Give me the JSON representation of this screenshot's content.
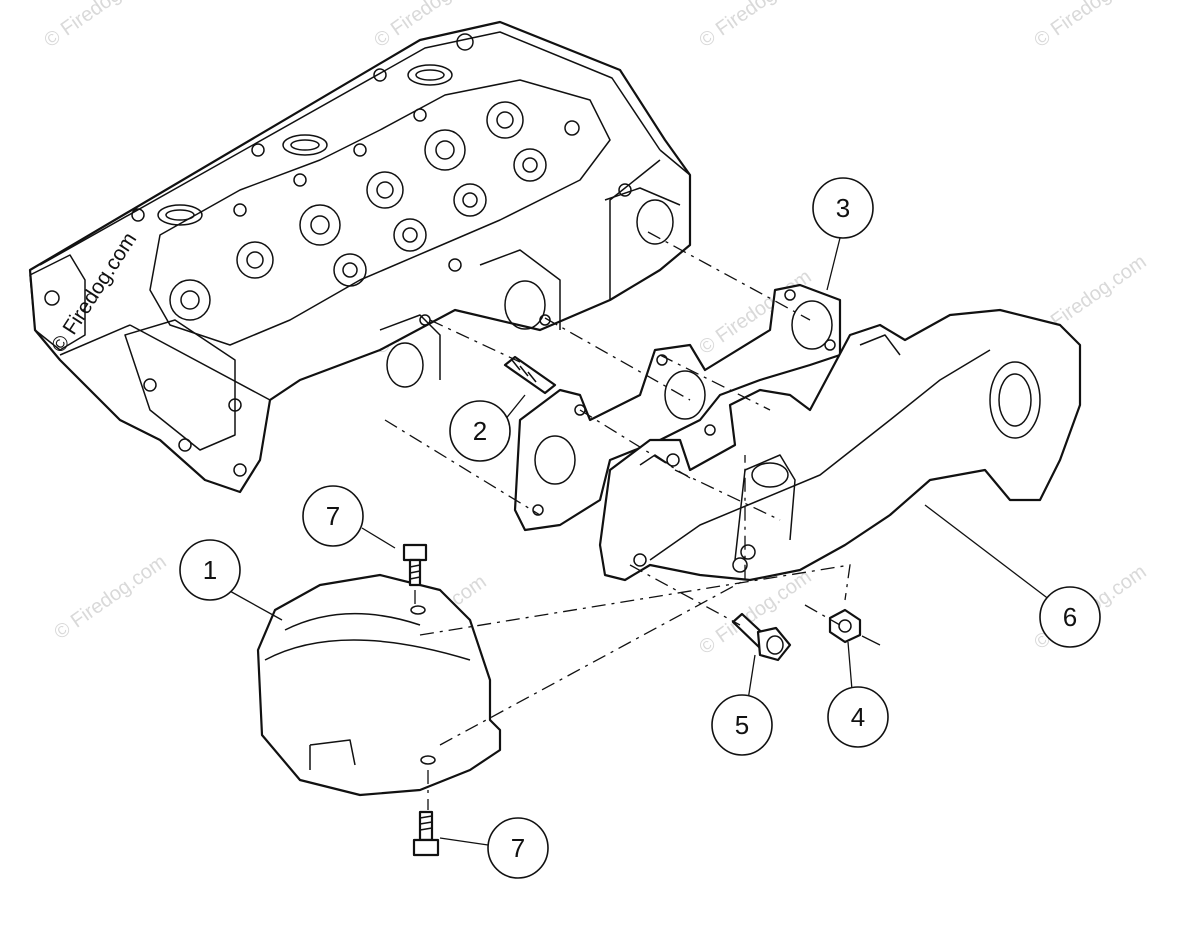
{
  "watermark": "© Firedog.com",
  "copyright_label": "© Firedog.com",
  "callouts": [
    {
      "id": "1",
      "label": "1"
    },
    {
      "id": "2",
      "label": "2"
    },
    {
      "id": "3",
      "label": "3"
    },
    {
      "id": "4",
      "label": "4"
    },
    {
      "id": "5",
      "label": "5"
    },
    {
      "id": "6",
      "label": "6"
    },
    {
      "id": "7a",
      "label": "7"
    },
    {
      "id": "7b",
      "label": "7"
    }
  ]
}
